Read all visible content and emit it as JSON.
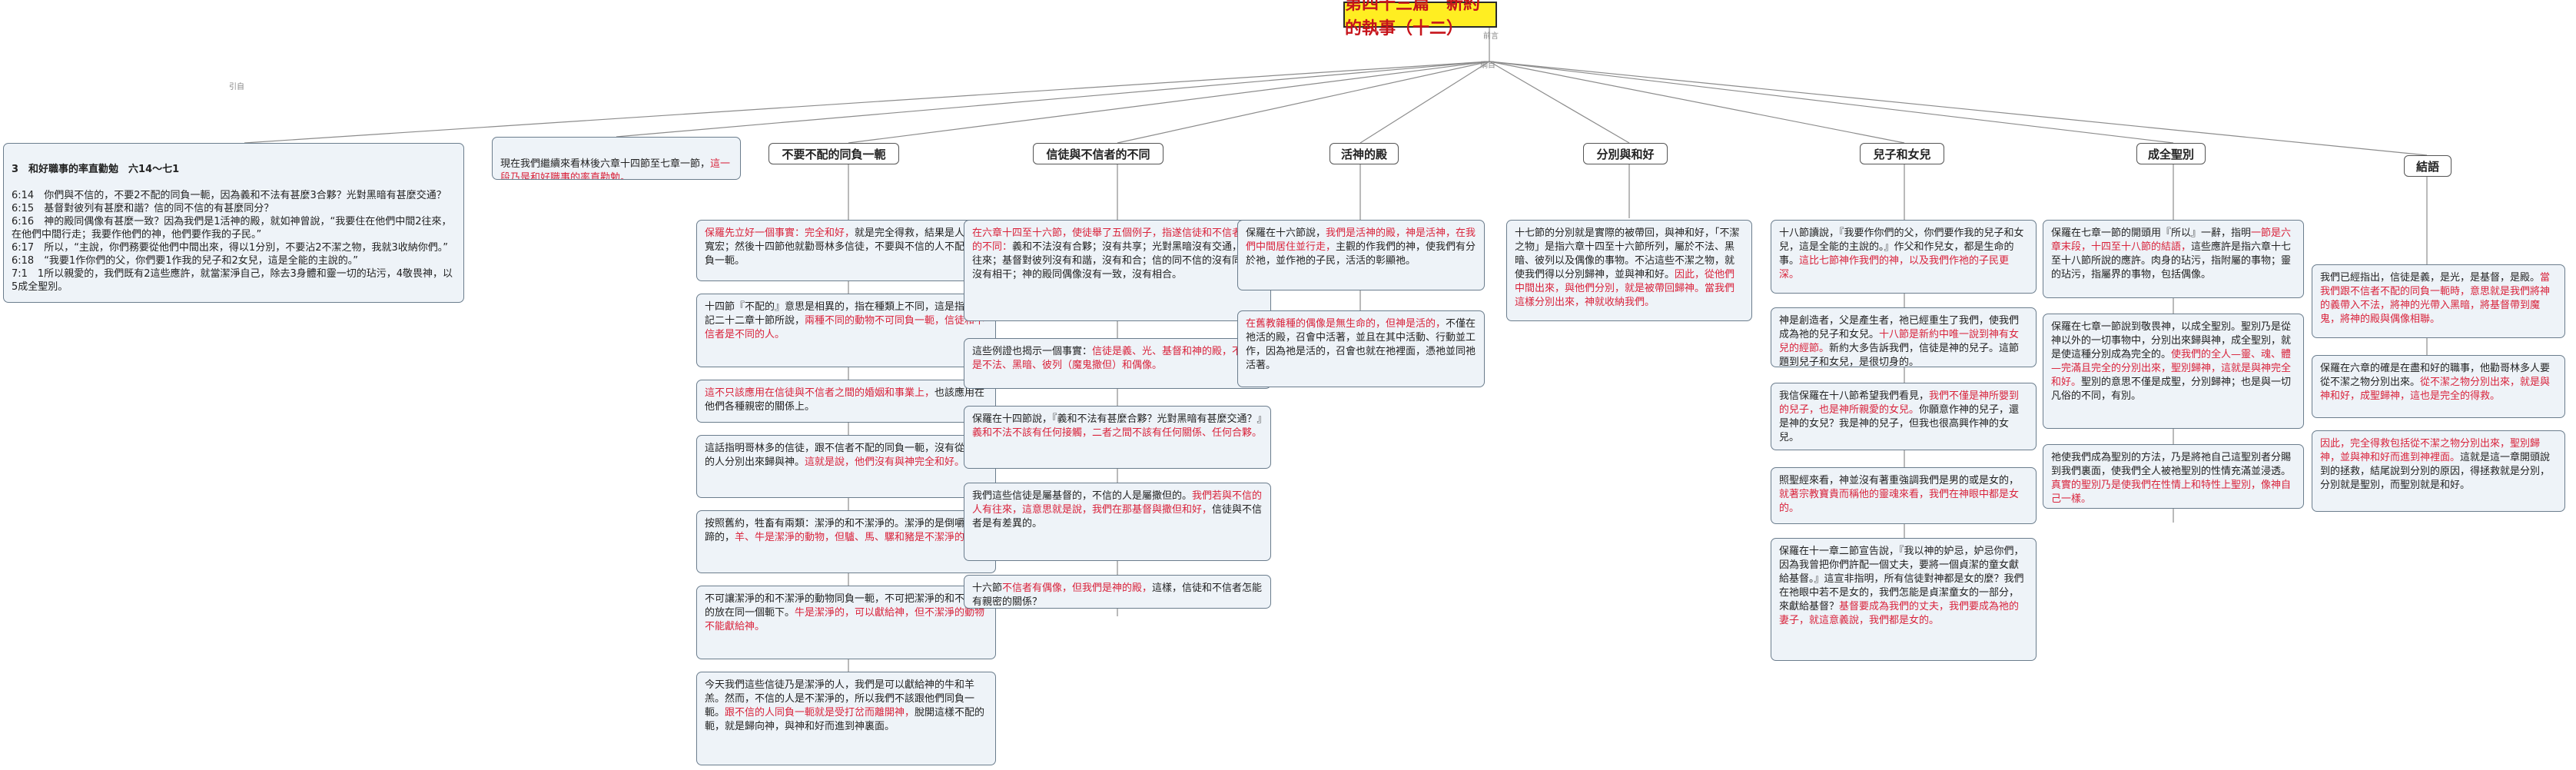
{
  "title": "第四十三篇　新約的執事（十二）",
  "connector_labels": {
    "left": "引自",
    "hub": "前言",
    "center": "綱目"
  },
  "topics": {
    "t1": "不要不配的同負一軛",
    "t2": "信徒與不信者的不同",
    "t3": "活神的殿",
    "t4": "分別與和好",
    "t5": "兒子和女兒",
    "t6": "成全聖別",
    "t7": "結語"
  },
  "scripture": {
    "heading": "3　和好職事的率直勸勉　六14～七1",
    "lines": [
      "6:14　你們與不信的，不要2不配的同負一軛，因為義和不法有甚麼3合夥？光對黑暗有甚麼交通？",
      "6:15　基督對彼列有甚麼和諧？信的同不信的有甚麼同分？",
      "6:16　神的殿同偶像有甚麼一致？因為我們是1活神的殿，就如神曾說，“我要住在他們中間2往來，在他們中間行走；我要作他們的神，他們要作我的子民。”",
      "6:17　所以，“主說，你們務要從他們中間出來，得以1分別，不要沾2不潔之物，我就3收納你們。”",
      "6:18　“我要1作你們的父，你們要1作我的兒子和2女兒，這是全能的主說的。”",
      "7:1　1所以親愛的，我們既有2這些應許，就當潔淨自己，除去3身體和靈一切的玷污，4敬畏神，以5成全聖別。"
    ]
  },
  "preface": {
    "text": "現在我們繼續來看林後六章十四節至七章一節，",
    "red": "這一段乃是和好職事的率直勸勉。"
  },
  "col1": [
    {
      "pre": "",
      "red": "保羅先立好一個事實：完全和好，",
      "post": "就是完全得救，結果是人的心寬宏；然後十四節他就勸哥林多信徒，不要與不信的人不配的同負一軛。"
    },
    {
      "pre": "十四節『不配的』意思是相異的，指在種類上不同，這是指申命記二十二章十節所說，",
      "red": "兩種不同的動物不可同負一軛，信徒和不信者是不同的人。",
      "post": ""
    },
    {
      "pre": "",
      "red": "這不只該應用在信徒與不信者之間的婚姻和事業上，",
      "post": "也該應用在他們各種親密的關係上。"
    },
    {
      "pre": "這話指明哥林多的信徒，跟不信者不配的同負一軛，沒有從屬世的人分別出來歸與神。",
      "red": "這就是說，他們沒有與神完全和好。",
      "post": ""
    },
    {
      "pre": "按照舊約，牲畜有兩類：潔淨的和不潔淨的。潔淨的是倒嚼、分蹄的，",
      "red": "羊、牛是潔淨的動物，但驢、馬、騾和豬是不潔淨的。",
      "post": ""
    },
    {
      "pre": "不可讓潔淨的和不潔淨的動物同負一軛，不可把潔淨的和不潔淨的放在同一個軛下。",
      "red": "牛是潔淨的，可以獻給神，但不潔淨的動物不能獻給神。",
      "post": ""
    },
    {
      "pre": "今天我們這些信徒乃是潔淨的人，我們是可以獻給神的牛和羊羔。然而，不信的人是不潔淨的，所以我們不該跟他們同負一軛。",
      "red": "跟不信的人同負一軛就是受打岔而離開神，",
      "post": "脫開這樣不配的軛，就是歸向神，與神和好而進到神裏面。"
    }
  ],
  "col2": [
    {
      "pre": "",
      "red": "在六章十四至十六節，使徒舉了五個例子，指遂信徒和不信者之間的不同：",
      "post": "義和不法沒有合夥；沒有共享；光對黑暗沒有交通，沒有往來；基督對彼列沒有和諧，沒有和合；信的同不信的沒有同分，沒有相干；神的殿同偶像沒有一致，沒有相合。"
    },
    {
      "pre": "這些例證也揭示一個事實：",
      "red": "信徒是義、光、基督和神的殿，不信者是不法、黑暗、彼列（魔鬼撒但）和偶像。",
      "post": ""
    },
    {
      "pre": "保羅在十四節說，『義和不法有甚麼合夥？光對黑暗有甚麼交通？』",
      "red": "義和不法不該有任何接觸，二者之間不該有任何關係、任何合夥。",
      "post": ""
    },
    {
      "pre": "我們這些信徒是屬基督的，不信的人是屬撒但的。",
      "red": "我們若與不信的人有往來，這意思就是說，我們在那基督與撒但和好，",
      "post": "信徒與不信者是有差異的。"
    },
    {
      "pre": "十六節",
      "red": "不信者有偶像，但我們是神的殿，",
      "post": "這樣，信徒和不信者怎能有親密的關係？"
    }
  ],
  "col3": [
    {
      "pre": "保羅在十六節說，",
      "red": "我們是活神的殿，神是活神，在我們中間居住並行走，",
      "post": "主觀的作我們的神，使我們有分於祂，並作祂的子民，活活的彰顯祂。"
    },
    {
      "pre": "",
      "red": "在舊教雜種的偶像是無生命的，但神是活的，",
      "post": "不僅在祂活的殿，召會中活著，並且在其中活動、行動並工作，因為祂是活的，召會也就在祂裡面，憑祂並同祂活著。"
    }
  ],
  "col4": [
    {
      "pre": "十七節的分別就是實際的被帶回，與神和好，「不潔之物」是指六章十四至十六節所列，屬於不法、黑暗、彼列以及偶像的事物。不沾這些不潔之物，就使我們得以分別歸神，並與神和好。",
      "red": "因此，從他們中間出來，與他們分別，就是被帶回歸神。當我們這樣分別出來，神就收納我們。",
      "post": ""
    }
  ],
  "col5": [
    {
      "pre": "十八節讀說，『我要作你們的父，你們要作我的兒子和女兒，這是全能的主說的。』作父和作兒女，都是生命的事。",
      "red": "這比七節神作我們的神，以及我們作祂的子民更深。",
      "post": ""
    },
    {
      "pre": "神是創造者，父是產生者，祂已經重生了我們，使我們成為祂的兒子和女兒。",
      "red": "十八節是新約中唯一說到神有女兒的經節。",
      "post": "新約大多告訴我們，信徒是神的兒子。這節題到兒子和女兒，是很切身的。"
    },
    {
      "pre": "我信保羅在十八節希望我們看見，",
      "red": "我們不僅是神所嬰到的兒子，也是神所親愛的女兒。",
      "post": "你願意作神的兒子，還是神的女兒？我是神的兒子，但我也很高興作神的女兒。"
    },
    {
      "pre": "照聖經來看，神並沒有著重強調我們是男的或是女的，",
      "red": "就著宗教寶貴而稱他的靈魂來看，我們在神眼中都是女的。",
      "post": ""
    },
    {
      "pre": "保羅在十一章二節宣告說，『我以神的妒忌，妒忌你們，因為我曾把你們許配一個丈夫，要將一個貞潔的童女獻給基督。』這宣非指明，所有信徒對神都是女的麼？我們在祂眼中若不是女的，我們怎能是貞潔童女的一部分，來獻給基督？",
      "red": "基督要成為我們的丈夫，我們要成為祂的妻子，就這意義說，我們都是女的。",
      "post": ""
    }
  ],
  "col6": [
    {
      "pre": "保羅在七章一節的開頭用『所以』一辭，指明",
      "red": "一節是六章末段，十四至十八節的結語，",
      "post": "這些應許是指六章十七至十八節所說的應許。肉身的玷污，指附屬的事物；靈的玷污，指屬界的事物，包括偶像。"
    },
    {
      "pre": "保羅在七章一節說到敬畏神，以成全聖別。聖別乃是從神以外的一切事物中，分別出來歸與神，成全聖別，就是使這種分別成為完全的。",
      "red": "使我們的全人—靈、魂、體—完滿且完全的分別出來，聖別歸神，這就是與神完全和好。",
      "post": "聖別的意思不僅是成聖，分別歸神；也是與一切凡俗的不同，有別。"
    },
    {
      "pre": "祂使我們成為聖別的方法，乃是將祂自己這聖別者分賜到我們裏面，使我們全人被祂聖別的性情充滿並浸透。",
      "red": "真實的聖別乃是使我們在性情上和特性上聖別，像神自己一樣。",
      "post": ""
    }
  ],
  "col7": [
    {
      "pre": "我們已經指出，信徒是義，是光，是基督，是殿。",
      "red": "當我們跟不信者不配的同負一軛時，意思就是我們將神的義帶入不法，將神的光帶入黑暗，將基督帶到魔鬼，將神的殿與偶像相聯。",
      "post": ""
    },
    {
      "pre": "保羅在六章的確是在盡和好的職事，他勸哥林多人要從不潔之物分別出來。",
      "red": "從不潔之物分別出來，就是與神和好，成聖歸神，這也是完全的得救。",
      "post": ""
    },
    {
      "pre": "",
      "red": "因此，完全得救包括從不潔之物分別出來，聖別歸神，並與神和好而進到神裡面。",
      "post": "這就是這一章開頭說到的拯救，結尾說到分別的原因，得拯救就是分別，分別就是聖別，而聖別就是和好。"
    }
  ]
}
